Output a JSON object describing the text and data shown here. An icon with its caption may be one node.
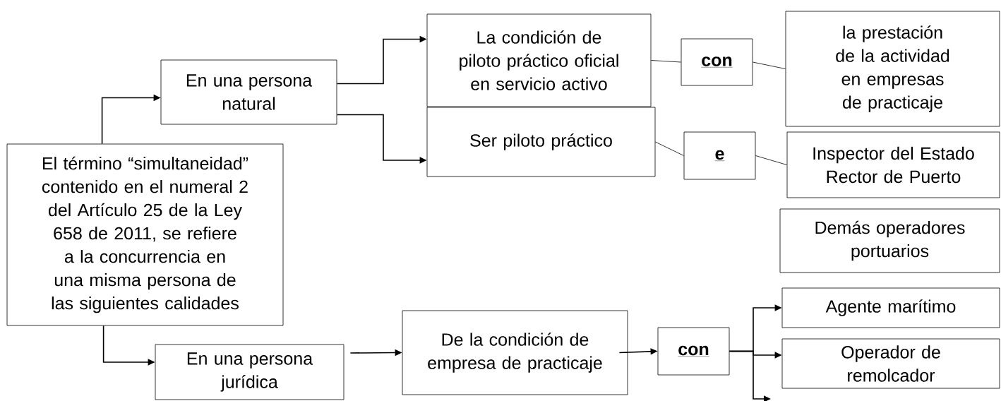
{
  "diagram": {
    "nodes": [
      {
        "text": [
          "El término “simultaneidad” contenido en el numeral 2 del Artículo 25 de la Ley 658 de 2011, se refiere a la concurrencia en una misma persona de las siguientes calidades"
        ]
      },
      {
        "text": [
          "En una persona natural"
        ]
      },
      {
        "text": [
          "En una persona jurídica"
        ]
      },
      {
        "text": [
          "La condición de piloto práctico oficial en servicio activo"
        ]
      },
      {
        "text": [
          "Ser piloto práctico"
        ]
      },
      {
        "text": [
          "con"
        ]
      },
      {
        "text": [
          "e"
        ]
      },
      {
        "text": [
          "la prestación de la actividad en empresas de practicaje"
        ]
      },
      {
        "text": [
          "Inspector del Estado Rector de Puerto"
        ]
      },
      {
        "text": [
          "Demás operadores portuarios"
        ]
      },
      {
        "text": [
          "De la condición de empresa de practicaje"
        ]
      },
      {
        "text": [
          "con"
        ]
      },
      {
        "text": [
          "Agente marítimo"
        ]
      },
      {
        "text": [
          "Operador de remolcador"
        ]
      }
    ],
    "edges": [
      {
        "from": 0,
        "to": 1,
        "arrow": "to"
      },
      {
        "from": 0,
        "to": 2,
        "arrow": "to"
      },
      {
        "from": 1,
        "to": 3,
        "arrow": "to"
      },
      {
        "from": 1,
        "to": 4,
        "arrow": "to"
      },
      {
        "from": 3,
        "to": 5,
        "arrow": "none"
      },
      {
        "from": 5,
        "to": 7,
        "arrow": "none"
      },
      {
        "from": 4,
        "to": 6,
        "arrow": "none"
      },
      {
        "from": 6,
        "to": 8,
        "arrow": "none"
      },
      {
        "from": 2,
        "to": 10,
        "arrow": "to"
      },
      {
        "from": 10,
        "to": 11,
        "arrow": "to"
      },
      {
        "from": 11,
        "to": 12,
        "arrow": "to"
      },
      {
        "from": 11,
        "to": 13,
        "arrow": "to"
      },
      {
        "from": 11,
        "to": null,
        "arrow": "to"
      }
    ]
  }
}
